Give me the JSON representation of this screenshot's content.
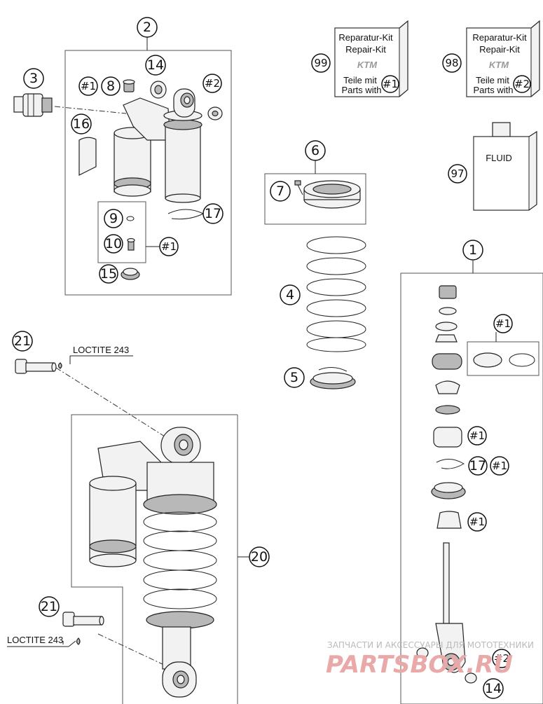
{
  "callouts": {
    "c1": "1",
    "c2": "2",
    "c3": "3",
    "c4": "4",
    "c5": "5",
    "c6": "6",
    "c7": "7",
    "c8": "8",
    "c9": "9",
    "c10": "10",
    "c14": "14",
    "c14b": "14",
    "c15": "15",
    "c16": "16",
    "c17": "17",
    "c17b": "17",
    "c20": "20",
    "c21": "21",
    "c21b": "21",
    "c97": "97",
    "c98": "98",
    "c99": "99"
  },
  "refs": {
    "kit1": "#1",
    "kit2": "#2",
    "r_top_8": "#1",
    "r_top_eye": "#2",
    "r_10": "#1",
    "r_right_group": "#1",
    "r_right_piston": "#1",
    "r_right_17": "#1",
    "r_right_bump": "#1",
    "r_right_eye": "#2"
  },
  "kits": {
    "k99": {
      "title_de": "Reparatur-Kit",
      "title_en": "Repair-Kit",
      "line1": "Teile mit",
      "line2": "Parts with",
      "brand": "KTM"
    },
    "k98": {
      "title_de": "Reparatur-Kit",
      "title_en": "Repair-Kit",
      "line1": "Teile mit",
      "line2": "Parts with",
      "brand": "KTM"
    }
  },
  "fluid": {
    "label": "FLUID"
  },
  "notes": {
    "loctite_top": "LOCTITE 243",
    "loctite_bottom": "LOCTITE 243"
  },
  "watermark": {
    "line1": "ЗАПЧАСТИ И АКСЕССУАРЫ ДЛЯ МОТОТЕХНИКИ",
    "line2": "PARTSBOX.RU"
  }
}
